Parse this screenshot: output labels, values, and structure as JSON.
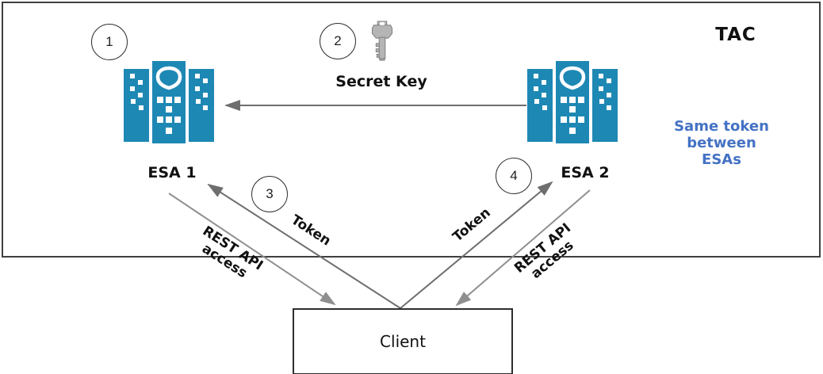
{
  "colors": {
    "server_teal": "#1E88B4",
    "note_blue": "#4472C4",
    "arrow_dark": "#6e6e6e",
    "arrow_light": "#8f8f8f",
    "frame_border": "#3f3f3f",
    "box_border": "#2e2e2e",
    "circle_border": "#333333",
    "key_fill": "#b5b5b5",
    "key_outline": "#7c7c7c",
    "text": "#111111"
  },
  "frame": {
    "tac_label": "TAC"
  },
  "nodes": {
    "esa1": {
      "label": "ESA 1"
    },
    "esa2": {
      "label": "ESA 2"
    },
    "client": {
      "label": "Client"
    }
  },
  "steps": [
    {
      "number": "1"
    },
    {
      "number": "2"
    },
    {
      "number": "3"
    },
    {
      "number": "4"
    }
  ],
  "labels": {
    "secret_key": "Secret Key",
    "token_left": "Token",
    "token_right": "Token",
    "rest_api_left": "REST API\naccess",
    "rest_api_right": "REST API\naccess",
    "same_token_note": "Same token\nbetween\nESAs"
  },
  "icons": {
    "esa1": "email-security-appliance-icon",
    "esa2": "email-security-appliance-icon",
    "key": "secret-key-icon"
  }
}
